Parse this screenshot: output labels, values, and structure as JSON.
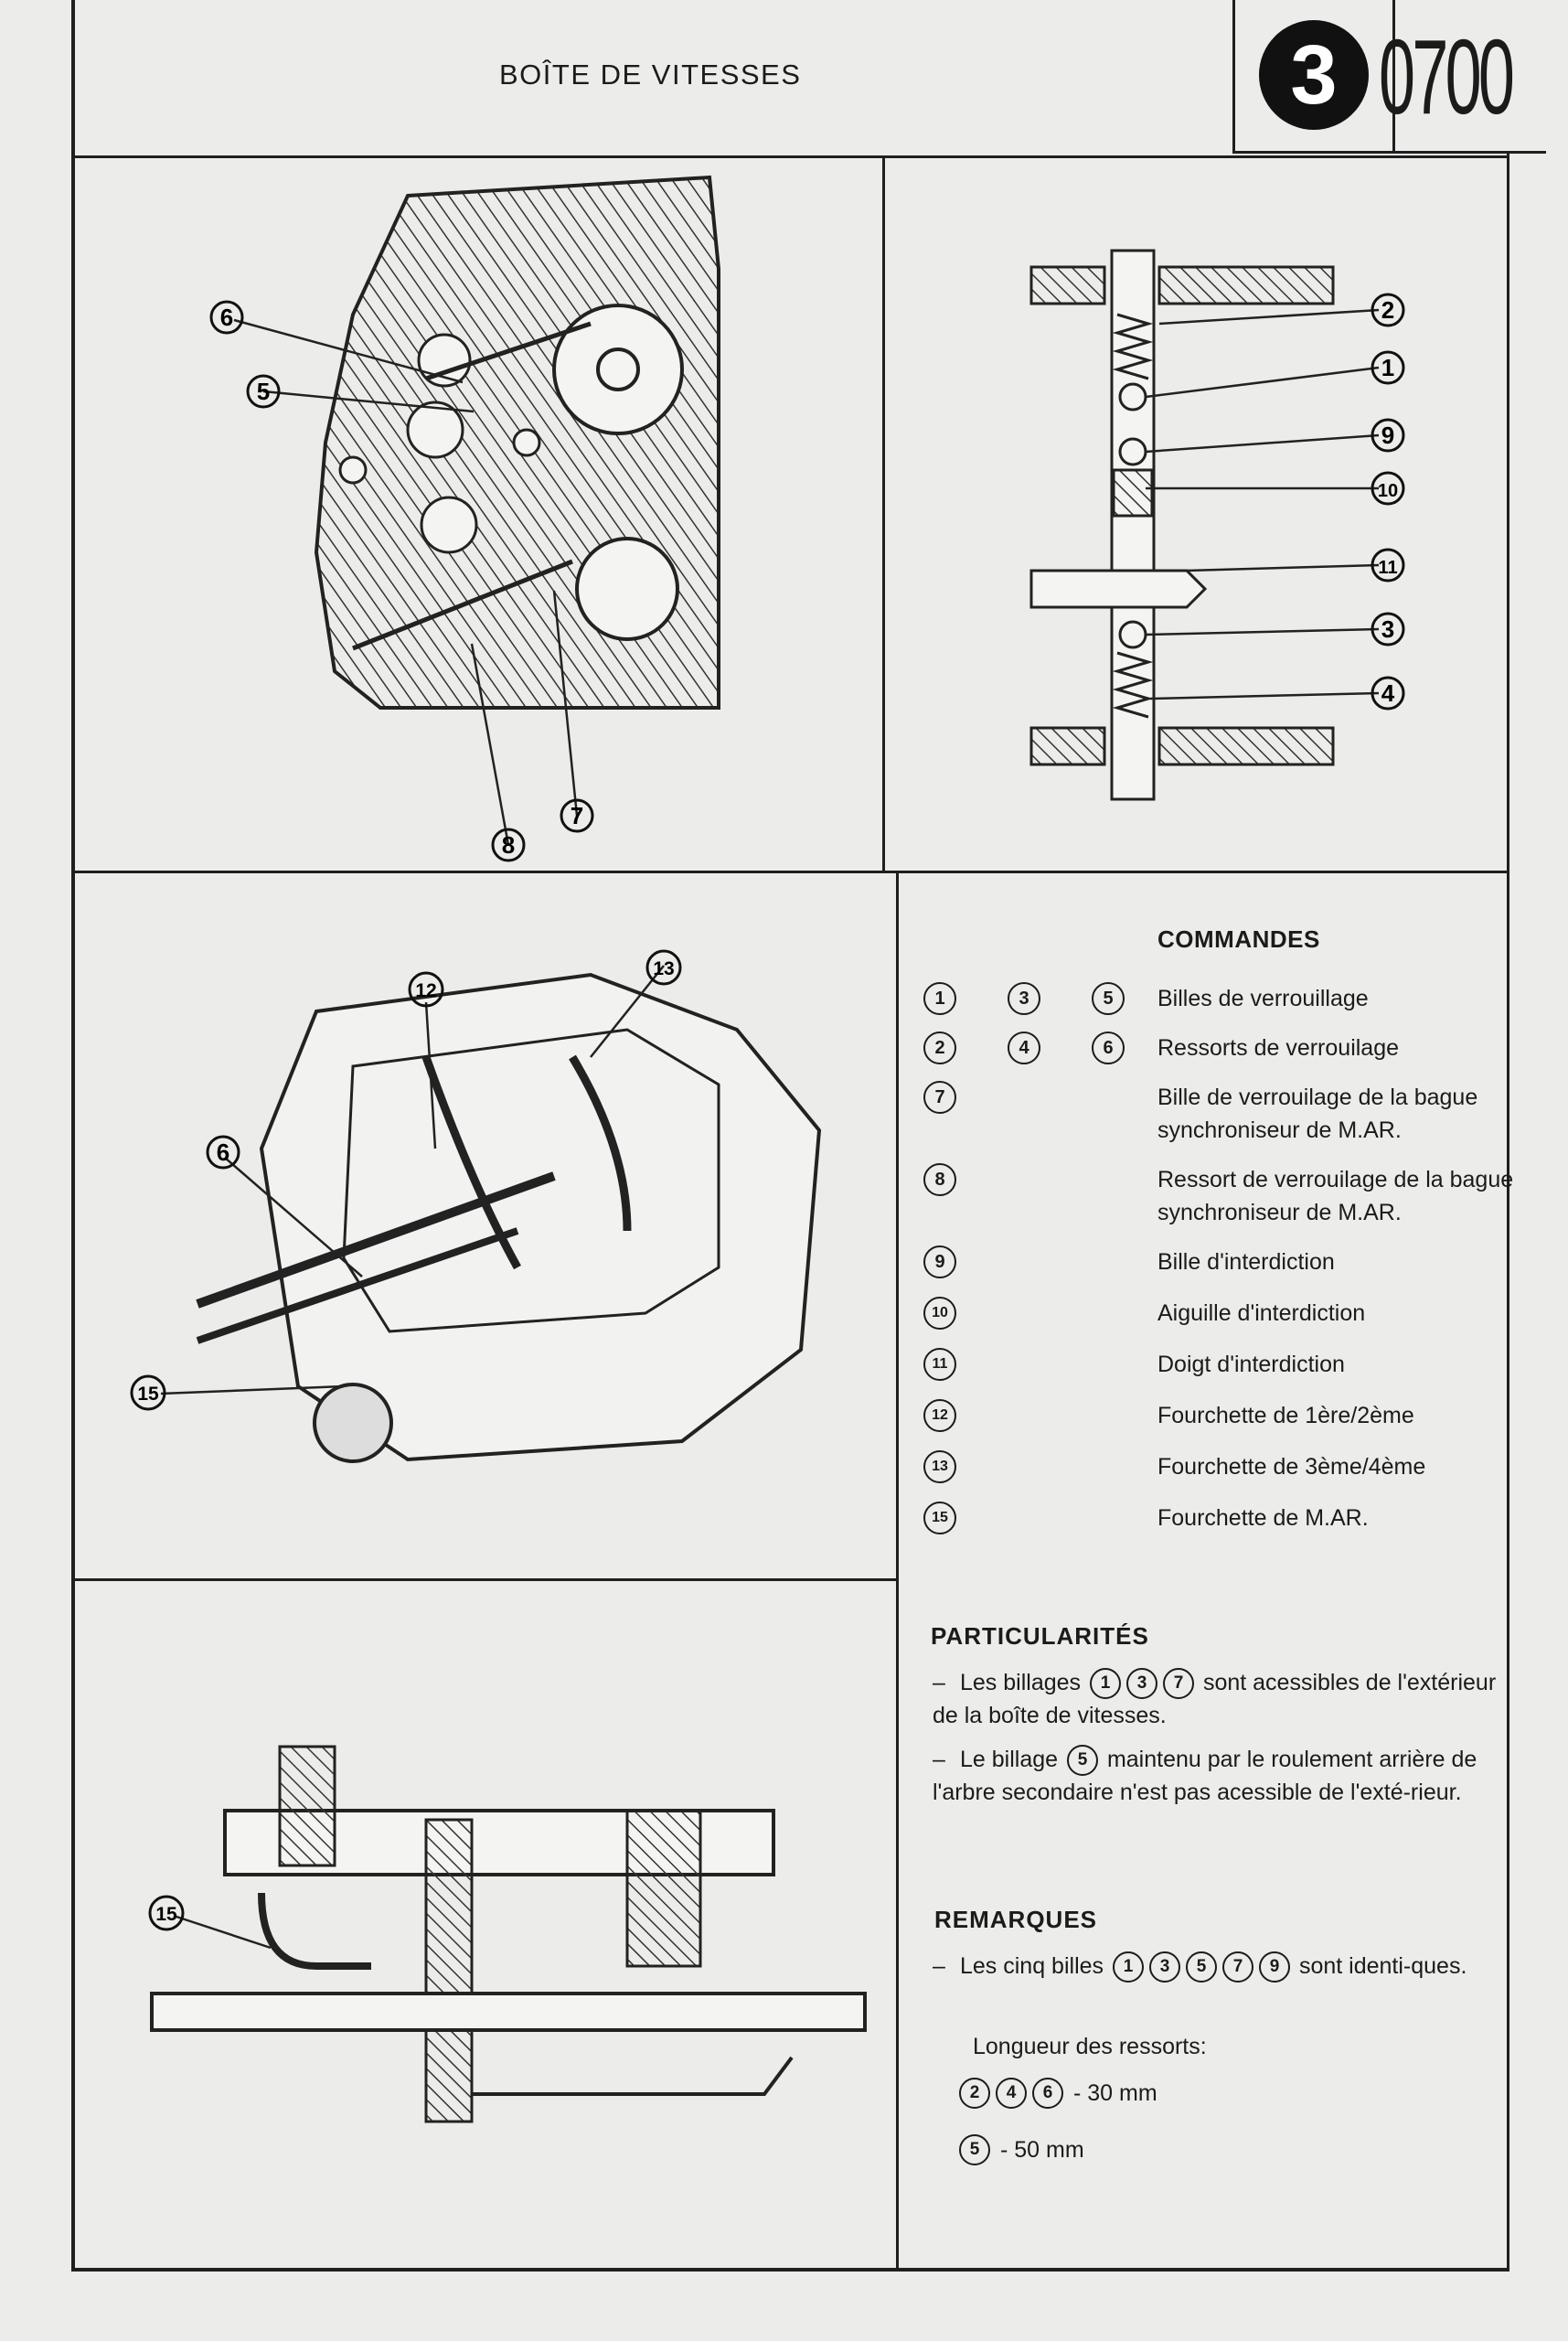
{
  "header": {
    "title": "BOÎTE DE VITESSES",
    "section_number": "3",
    "page_code": "0700"
  },
  "figures": {
    "fig1_callouts": [
      "6",
      "5",
      "7",
      "8"
    ],
    "fig2_callouts": [
      "2",
      "1",
      "9",
      "10",
      "11",
      "3",
      "4"
    ],
    "fig3_callouts": [
      "12",
      "13",
      "6",
      "15"
    ],
    "fig4_callouts": [
      "15"
    ]
  },
  "legend": {
    "title": "COMMANDES",
    "items": [
      {
        "nums": [
          "1",
          "3",
          "5"
        ],
        "text": "Billes de verrouillage"
      },
      {
        "nums": [
          "2",
          "4",
          "6"
        ],
        "text": "Ressorts de verrouilage"
      },
      {
        "nums": [
          "7"
        ],
        "text": "Bille de verrouilage de la bague synchroniseur de M.AR."
      },
      {
        "nums": [
          "8"
        ],
        "text": "Ressort de verrouilage de la bague synchroniseur de M.AR."
      },
      {
        "nums": [
          "9"
        ],
        "text": "Bille d'interdiction"
      },
      {
        "nums": [
          "10"
        ],
        "text": "Aiguille d'interdiction"
      },
      {
        "nums": [
          "11"
        ],
        "text": "Doigt d'interdiction"
      },
      {
        "nums": [
          "12"
        ],
        "text": "Fourchette de 1ère/2ème"
      },
      {
        "nums": [
          "13"
        ],
        "text": "Fourchette de 3ème/4ème"
      },
      {
        "nums": [
          "15"
        ],
        "text": "Fourchette de M.AR."
      }
    ]
  },
  "particularites": {
    "title": "PARTICULARITÉS",
    "item1_prefix": "Les billages",
    "item1_nums": [
      "1",
      "3",
      "7"
    ],
    "item1_suffix": "sont acessibles de l'extérieur de la boîte de vitesses.",
    "item2_prefix": "Le billage",
    "item2_nums": [
      "5"
    ],
    "item2_suffix": "maintenu par le roulement arrière de l'arbre secondaire n'est pas acessible de l'exté-rieur."
  },
  "remarques": {
    "title": "REMARQUES",
    "item1_prefix": "Les cinq billes",
    "item1_nums": [
      "1",
      "3",
      "5",
      "7",
      "9"
    ],
    "item1_suffix": "sont identi-ques.",
    "spring_label": "Longueur des ressorts:",
    "spring_rows": [
      {
        "nums": [
          "2",
          "4",
          "6"
        ],
        "value": "- 30 mm"
      },
      {
        "nums": [
          "5"
        ],
        "value": "- 50 mm"
      }
    ]
  }
}
